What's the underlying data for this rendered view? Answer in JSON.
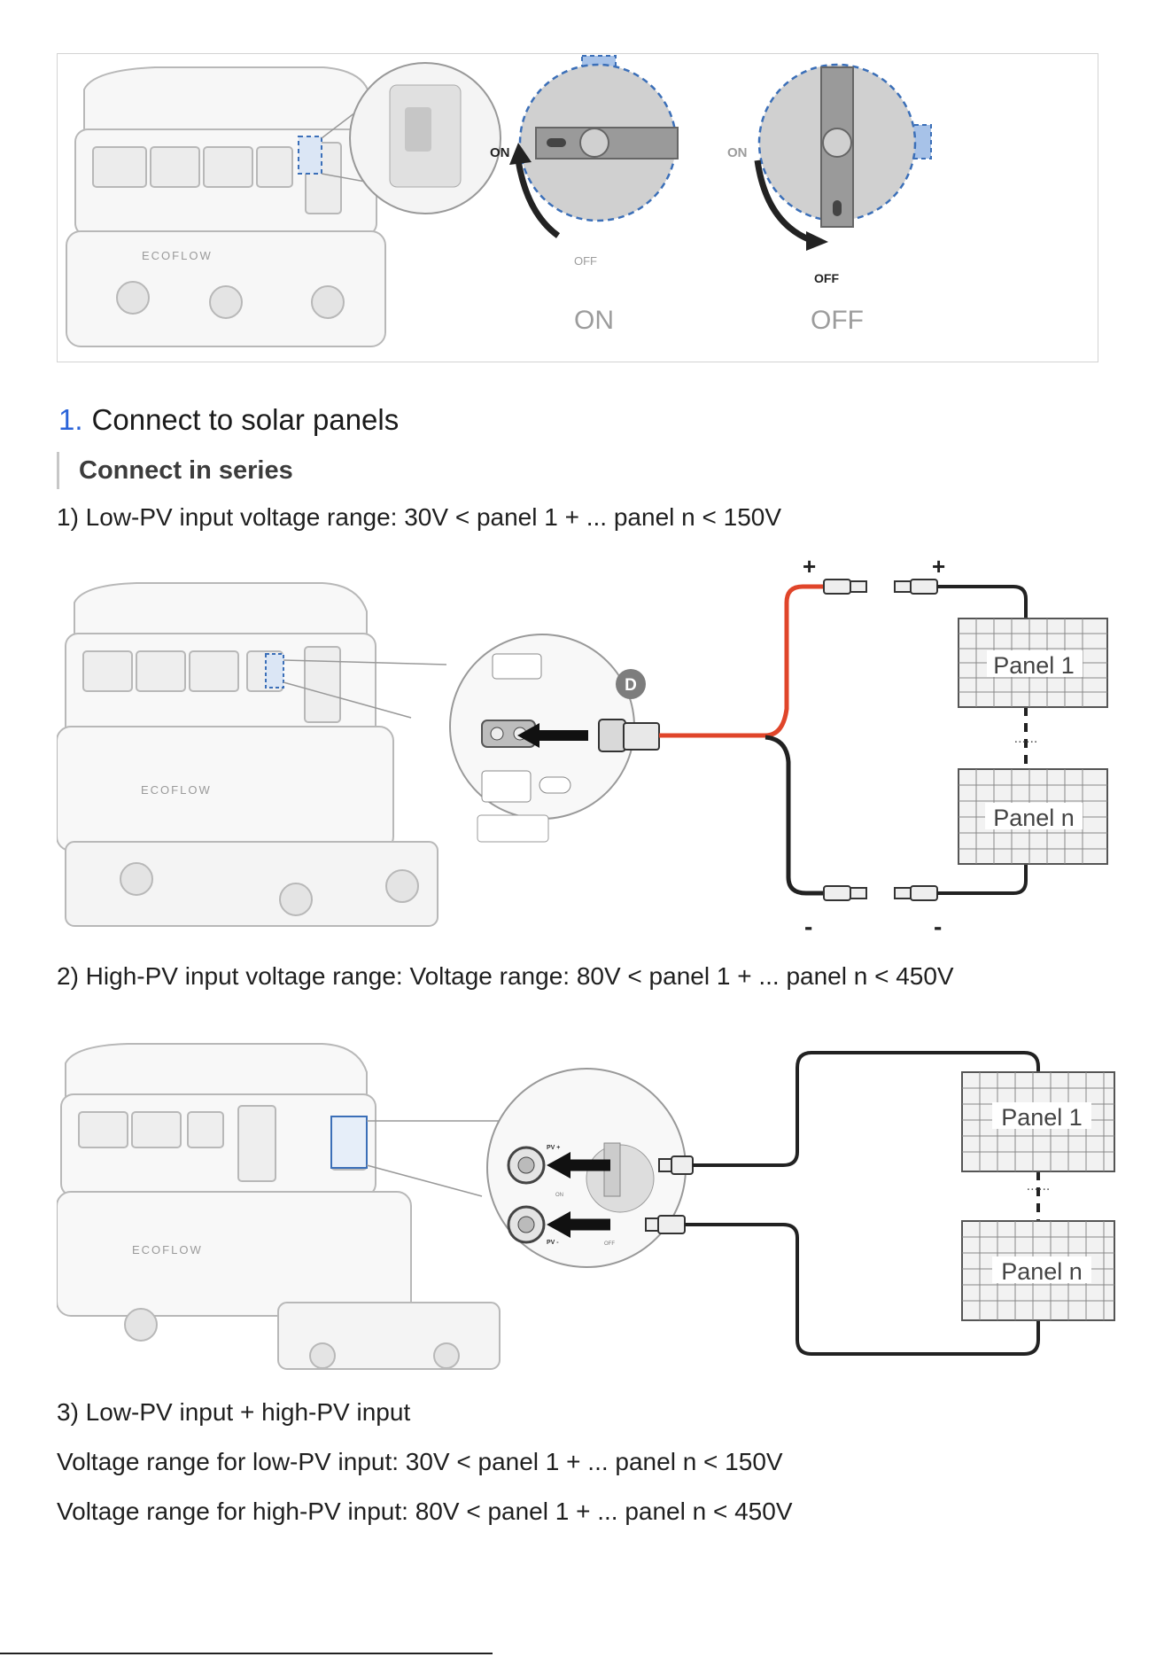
{
  "dial_on": {
    "on_label": "ON",
    "off_label": "OFF",
    "caption": "ON"
  },
  "dial_off": {
    "on_label": "ON",
    "off_label": "OFF",
    "caption": "OFF"
  },
  "brand": "ECOFLOW",
  "section": {
    "number": "1.",
    "title": "Connect to solar panels",
    "subtitle": "Connect in series"
  },
  "step1": {
    "text": "1) Low-PV input voltage range: 30V < panel 1 + ... panel n < 150V",
    "plus_left": "+",
    "plus_right": "+",
    "minus_left": "-",
    "minus_right": "-",
    "marker": "D",
    "panel1": "Panel 1",
    "paneln": "Panel n",
    "dots": "......"
  },
  "step2": {
    "text": "2) High-PV input voltage range: Voltage range: 80V < panel 1 + ... panel n < 450V",
    "pv_plus": "PV +",
    "pv_minus": "PV -",
    "on": "ON",
    "off": "OFF",
    "panel1": "Panel 1",
    "paneln": "Panel n",
    "dots": "......"
  },
  "step3": {
    "title": "3) Low-PV input + high-PV input",
    "line1": "Voltage range for low-PV input: 30V < panel 1 + ... panel n < 150V",
    "line2": "Voltage range for high-PV input: 80V < panel 1 + ... panel n < 450V"
  },
  "colors": {
    "accent": "#2a63d9",
    "dashed_blue": "#3b6fb8",
    "dial_fill": "#d0d0d0",
    "red_wire": "#e0452a"
  }
}
